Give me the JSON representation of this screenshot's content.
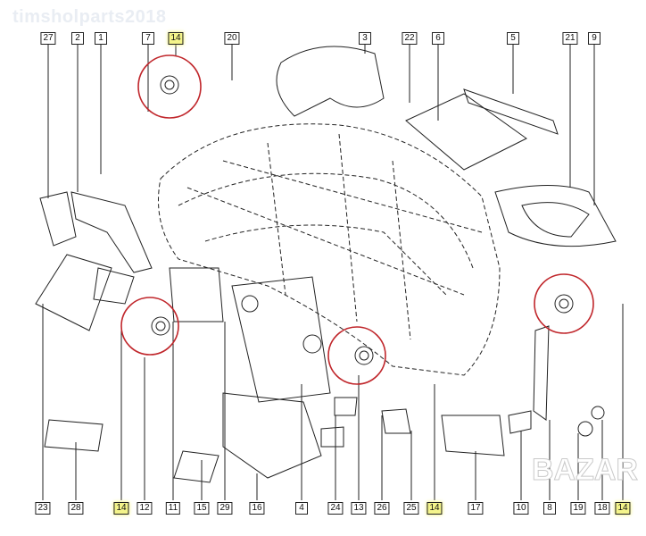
{
  "watermark": "timsholparts2018",
  "watermark_logo": "BAZAR",
  "highlight_color": "#f4f48a",
  "callout_circle_color": "#c0262b",
  "top_labels": [
    {
      "text": "27",
      "hl": false
    },
    {
      "text": "2",
      "hl": false
    },
    {
      "text": "1",
      "hl": false
    },
    {
      "text": "7",
      "hl": false
    },
    {
      "text": "14",
      "hl": true
    },
    {
      "text": "20",
      "hl": false
    },
    {
      "text": "3",
      "hl": false
    },
    {
      "text": "22",
      "hl": false
    },
    {
      "text": "6",
      "hl": false
    },
    {
      "text": "5",
      "hl": false
    },
    {
      "text": "21",
      "hl": false
    },
    {
      "text": "9",
      "hl": false
    }
  ],
  "bottom_labels": [
    {
      "text": "23",
      "hl": false
    },
    {
      "text": "28",
      "hl": false
    },
    {
      "text": "14",
      "hl": true
    },
    {
      "text": "12",
      "hl": false
    },
    {
      "text": "11",
      "hl": false
    },
    {
      "text": "15",
      "hl": false
    },
    {
      "text": "29",
      "hl": false
    },
    {
      "text": "16",
      "hl": false
    },
    {
      "text": "4",
      "hl": false
    },
    {
      "text": "24",
      "hl": false
    },
    {
      "text": "13",
      "hl": false
    },
    {
      "text": "26",
      "hl": false
    },
    {
      "text": "25",
      "hl": false
    },
    {
      "text": "14",
      "hl": true
    },
    {
      "text": "17",
      "hl": false
    },
    {
      "text": "10",
      "hl": false
    },
    {
      "text": "8",
      "hl": false
    },
    {
      "text": "19",
      "hl": false
    },
    {
      "text": "18",
      "hl": false
    },
    {
      "text": "14",
      "hl": true
    }
  ]
}
